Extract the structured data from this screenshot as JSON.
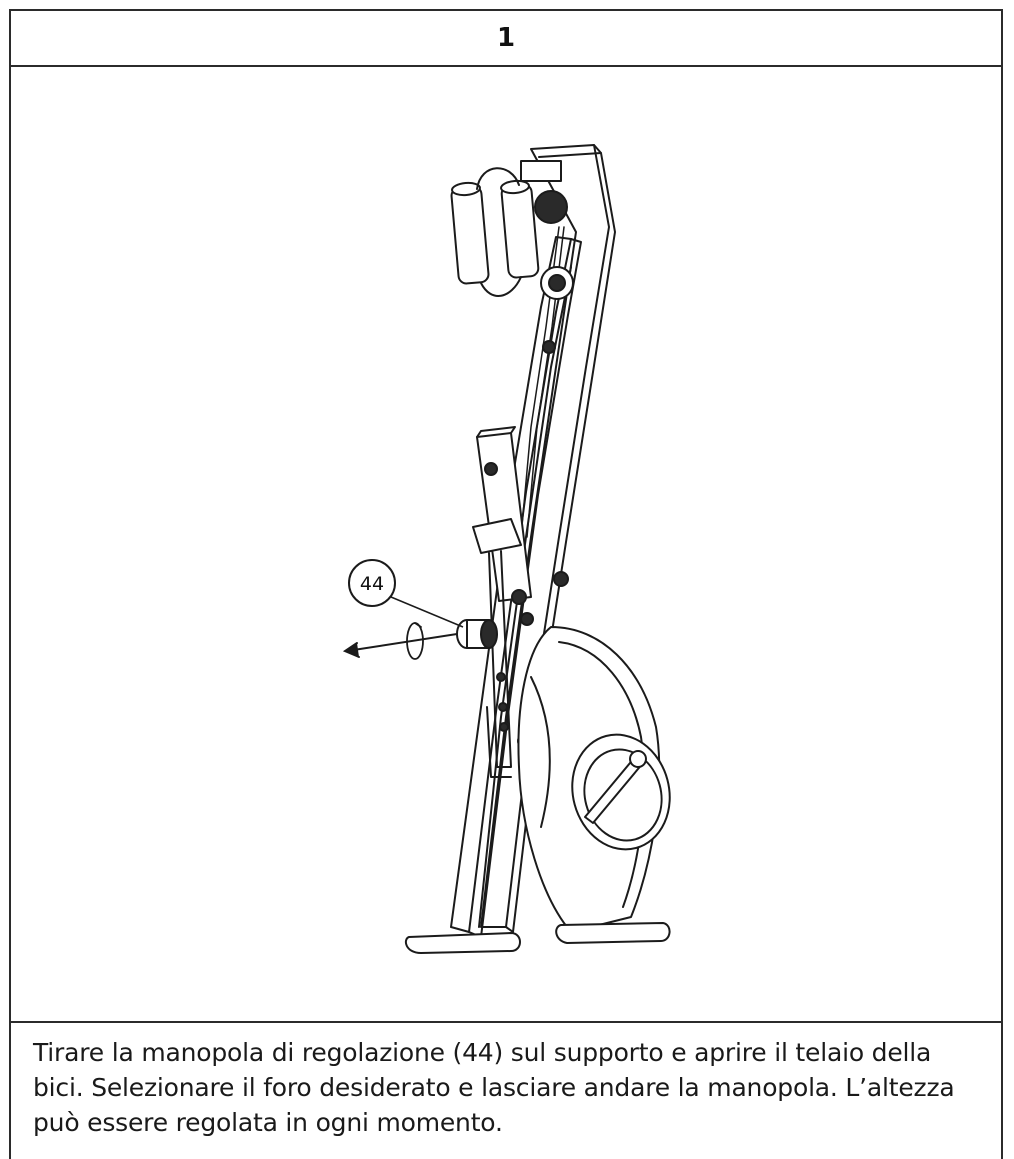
{
  "step": {
    "number": "1"
  },
  "figure": {
    "callout_label": "44",
    "icons": [
      "bike-frame-illustration",
      "pull-arrow-icon",
      "rotation-icon"
    ]
  },
  "caption": {
    "text": "Tirare la manopola di regolazione (44) sul supporto e aprire il telaio della bici. Selezionare il foro desiderato e lasciare andare la manopola. L’altezza può essere regolata in ogni momento."
  }
}
